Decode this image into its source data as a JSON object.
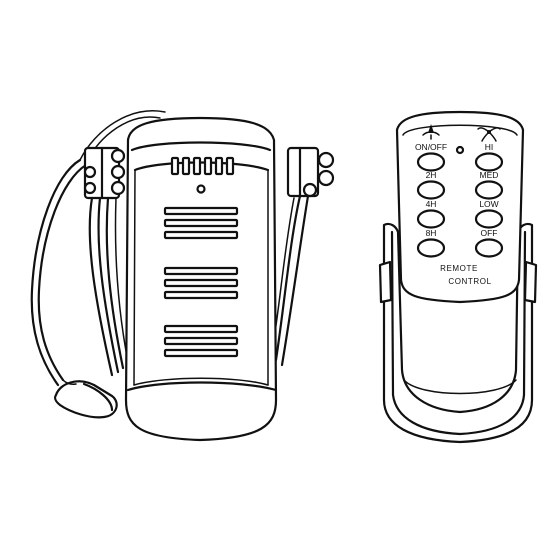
{
  "figure": {
    "items": [
      "receiver-unit",
      "remote-control"
    ]
  },
  "remote": {
    "buttons": [
      {
        "label": "ON/OFF",
        "icon": "fan-light-icon"
      },
      {
        "label": "HI",
        "icon": "fan-icon"
      },
      {
        "label": "2H"
      },
      {
        "label": "MED"
      },
      {
        "label": "4H"
      },
      {
        "label": "LOW"
      },
      {
        "label": "8H"
      },
      {
        "label": "OFF"
      }
    ],
    "brand_line1": "REMOTE",
    "brand_line2": "CONTROL"
  },
  "colors": {
    "ink": "#111111",
    "paper": "#ffffff"
  }
}
